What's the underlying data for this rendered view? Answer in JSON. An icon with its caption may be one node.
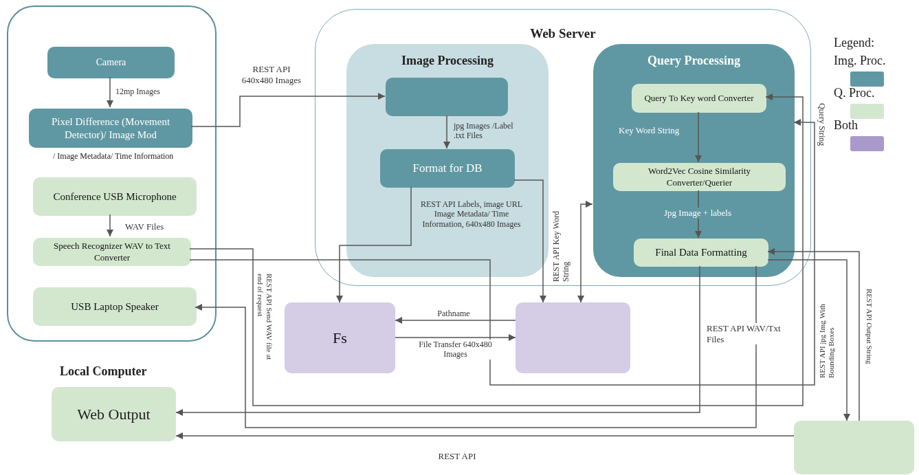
{
  "diagram": {
    "nodes": [
      {
        "text": [],
        "shape": "box"
      },
      {
        "text": [
          "Camera"
        ],
        "in": 0
      },
      {
        "text": [
          "Pixel Difference (Movement Detector)/ Image Mod"
        ],
        "in": 0,
        "beside": [
          "/ Image Metadata/ Time Information"
        ]
      },
      {
        "text": [
          "Conference USB Microphone"
        ],
        "in": 0
      },
      {
        "text": [
          "Speech Recognizer WAV to Text Converter"
        ],
        "in": 0
      },
      {
        "text": [
          "USB Laptop Speaker"
        ],
        "in": 0
      },
      {
        "text": [
          "Web Server"
        ]
      },
      {
        "text": [
          "Image Processing"
        ],
        "in": 6
      },
      {
        "text": [],
        "shape": "box",
        "in": 7
      },
      {
        "text": [
          "Format for DB"
        ],
        "in": 7
      },
      {
        "text": [
          "Query Processing"
        ],
        "in": 6
      },
      {
        "text": [
          "Query To Key word Converter"
        ],
        "in": 10
      },
      {
        "text": [
          "Word2Vec Cosine Similarity Converter/Querier"
        ],
        "in": 10
      },
      {
        "text": [
          "Final Data Formatting"
        ],
        "in": 10
      },
      {
        "text": [
          "Fs"
        ]
      },
      {
        "text": [],
        "shape": "box"
      },
      {
        "text": [
          "Local Computer",
          "Web Output"
        ]
      },
      {
        "text": [],
        "shape": "box"
      }
    ],
    "edges": [
      {
        "from": 1,
        "to": 2,
        "arrow": "to",
        "label": "12mp Images"
      },
      {
        "from": 2,
        "to": 8,
        "arrow": "to",
        "label": "REST API 640x480 Images"
      },
      {
        "from": 8,
        "to": 9,
        "arrow": "to",
        "label": "jpg Images /Label .txt Files"
      },
      {
        "from": 9,
        "to": 14,
        "arrow": "to"
      },
      {
        "from": 9,
        "to": 15,
        "arrow": "to",
        "label": "REST API Labels, image URL Image Metadata/ Time Information, 640x480 Images"
      },
      {
        "from": 15,
        "to": 10,
        "arrow": "both",
        "label": "REST API Key Word String"
      },
      {
        "from": 15,
        "to": 14,
        "arrow": "to",
        "label": "Pathname"
      },
      {
        "from": 14,
        "to": 15,
        "arrow": "to",
        "label": "File Transfer 640x480 Images"
      },
      {
        "from": 3,
        "to": 4,
        "arrow": "to",
        "label": "WAV Files"
      },
      {
        "from": 4,
        "to": 11,
        "arrow": "to",
        "label": "REST API Send WAV file at end of request"
      },
      {
        "from": 4,
        "to": 10,
        "arrow": "to",
        "label": "Query String"
      },
      {
        "from": 13,
        "to": 16,
        "arrow": "to",
        "label": "REST API WAV/Txt Files"
      },
      {
        "from": 13,
        "to": 5,
        "arrow": "to"
      },
      {
        "from": 17,
        "to": 16,
        "arrow": "to",
        "label": "REST API"
      },
      {
        "from": 13,
        "to": 17,
        "arrow": "to",
        "label": "REST API jpg Img With Bounding Boxes"
      },
      {
        "from": 17,
        "to": 13,
        "arrow": "to",
        "label": "REST API Output String"
      },
      {
        "from": 11,
        "to": 12,
        "arrow": "to",
        "label": "Key Word String"
      },
      {
        "from": 12,
        "to": 13,
        "arrow": "to",
        "label": "Jpg Image + labels"
      }
    ],
    "labels": [
      "Legend:"
    ],
    "legend": [
      {
        "text": "Img. Proc.",
        "color": "#5f98a3"
      },
      {
        "text": "Q. Proc.",
        "color": "#d3e7cf"
      },
      {
        "text": "Both",
        "color": "#a99acb"
      }
    ]
  }
}
